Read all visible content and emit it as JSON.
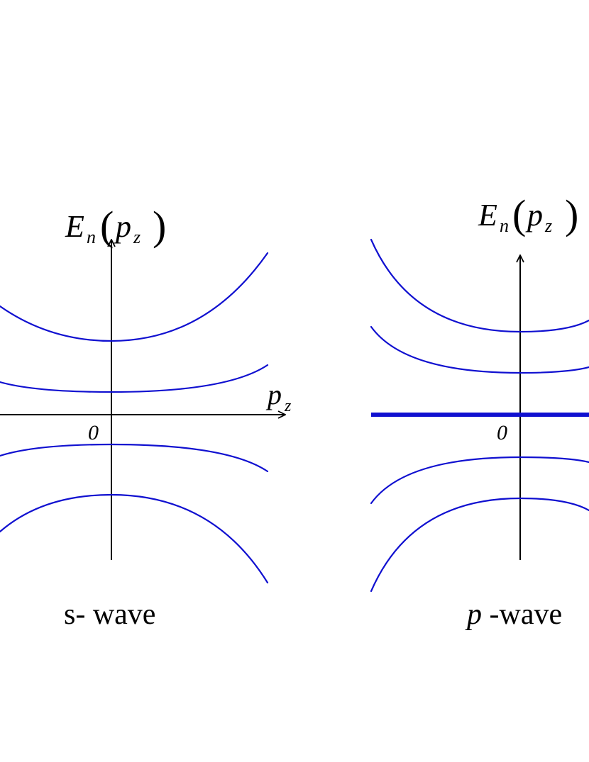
{
  "colors": {
    "curve": "#1010d0",
    "axis": "#000000",
    "background": "#ffffff"
  },
  "panels": [
    {
      "id": "s-wave",
      "axis_label_E": "E",
      "axis_label_sub_n": "n",
      "axis_label_open": "(",
      "axis_label_p": "p",
      "axis_label_sub_z": "z",
      "axis_label_close": ")",
      "h_axis_label_p": "p",
      "h_axis_label_sub_z": "z",
      "origin_label": "0",
      "caption": "s- wave"
    },
    {
      "id": "p-wave",
      "axis_label_E": "E",
      "axis_label_sub_n": "n",
      "axis_label_open": "(",
      "axis_label_p": "p",
      "axis_label_sub_z": "z",
      "axis_label_close": ")",
      "origin_label": "0",
      "caption_italic": "p",
      "caption_rest": " -wave"
    }
  ]
}
